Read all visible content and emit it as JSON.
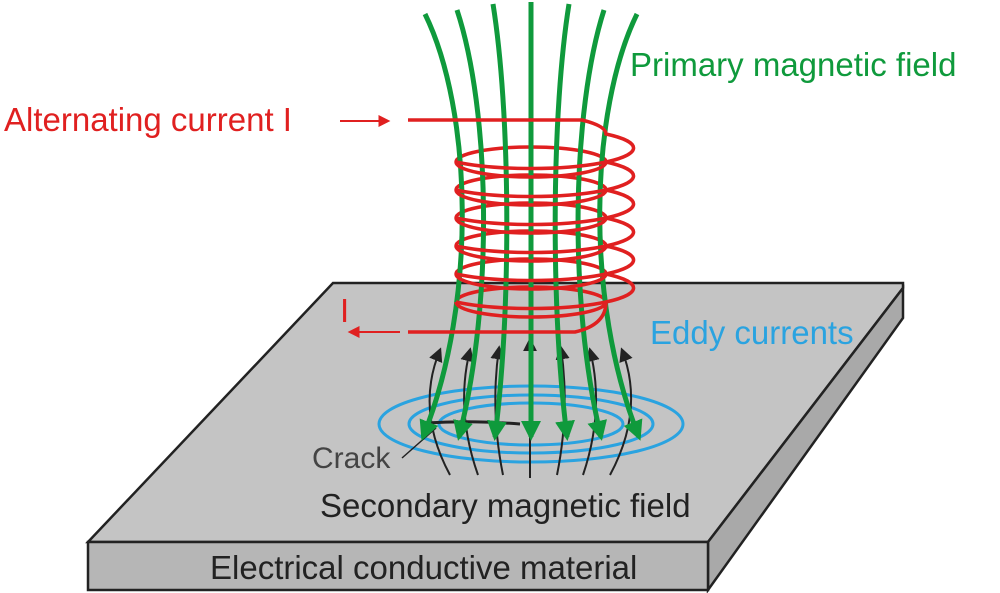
{
  "labels": {
    "primary_field": "Primary magnetic field",
    "alternating_current": "Alternating current I",
    "return_current": "I",
    "eddy_currents": "Eddy currents",
    "crack": "Crack",
    "secondary_field": "Secondary magnetic field",
    "material": "Electrical conductive material"
  },
  "colors": {
    "primary_field": "#0f9a3c",
    "coil": "#e02020",
    "eddy": "#2aa3e0",
    "secondary": "#222222",
    "plate_top": "#c4c4c4",
    "plate_side": "#b0b0b0",
    "outline": "#222222",
    "crack_text": "#444444"
  }
}
